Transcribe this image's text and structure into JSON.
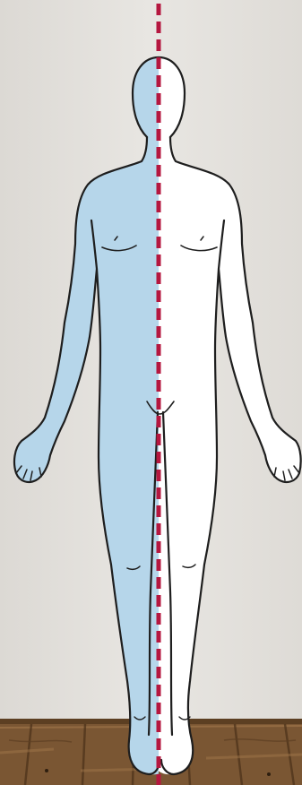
{
  "diagram": {
    "subject": "human-body-front-view",
    "division": "left-right-halves",
    "shaded_side": "left",
    "divider_style": "dashed",
    "colors": {
      "wall": "#e3e1dd",
      "floor": "#7a5633",
      "floor_dark": "#5c3f22",
      "floor_light": "#a57a4d",
      "body_shaded": "#b6d6ea",
      "body_unshaded": "#ffffff",
      "outline": "#1e1e1e",
      "divider_line": "#b5173f"
    }
  }
}
